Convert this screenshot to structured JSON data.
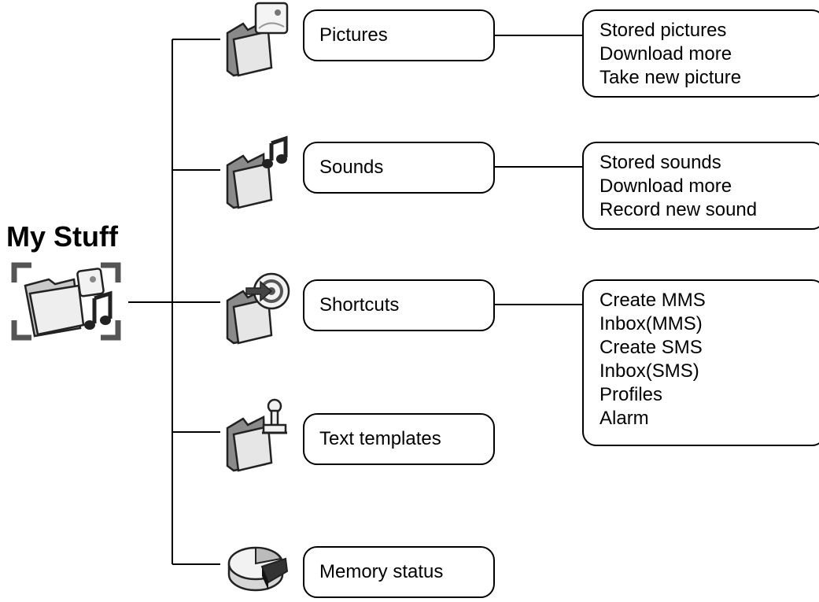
{
  "root": {
    "title": "My Stuff",
    "icon": "my-stuff-folder-icon"
  },
  "categories": [
    {
      "id": "pictures",
      "label": "Pictures",
      "icon": "picture-folder-icon",
      "items": [
        "Stored pictures",
        "Download more",
        "Take new picture"
      ]
    },
    {
      "id": "sounds",
      "label": "Sounds",
      "icon": "sound-folder-icon",
      "items": [
        "Stored sounds",
        "Download more",
        "Record new sound"
      ]
    },
    {
      "id": "shortcuts",
      "label": "Shortcuts",
      "icon": "shortcut-folder-icon",
      "items": [
        "Create MMS",
        "Inbox(MMS)",
        "Create SMS",
        "Inbox(SMS)",
        "Profiles",
        "Alarm"
      ]
    },
    {
      "id": "text-templates",
      "label": "Text templates",
      "icon": "stamp-folder-icon",
      "items": []
    },
    {
      "id": "memory-status",
      "label": "Memory status",
      "icon": "pie-chart-icon",
      "items": []
    }
  ]
}
